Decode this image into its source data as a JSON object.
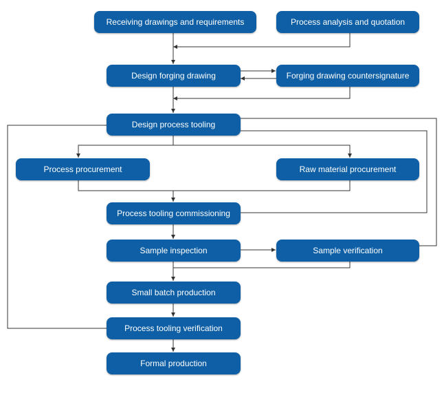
{
  "colors": {
    "node_fill": "#0e5fa6",
    "node_text": "#ffffff",
    "connector": "#333333"
  },
  "nodes": {
    "receiving": "Receiving drawings and requirements",
    "analysis": "Process analysis and quotation",
    "design_forging": "Design forging drawing",
    "countersignature": "Forging drawing countersignature",
    "design_tooling": "Design process tooling",
    "process_procurement": "Process procurement",
    "raw_material": "Raw material procurement",
    "commissioning": "Process tooling commissioning",
    "sample_inspection": "Sample inspection",
    "sample_verification": "Sample verification",
    "small_batch": "Small batch production",
    "tooling_verification": "Process tooling verification",
    "formal_production": "Formal production"
  }
}
